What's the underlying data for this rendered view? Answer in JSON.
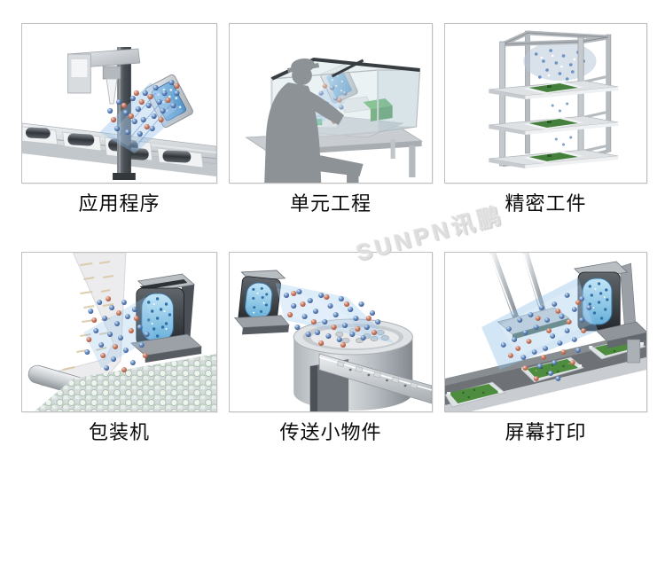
{
  "watermark": {
    "text": "SUNPN讯鹏",
    "color": "#dedede"
  },
  "grid": {
    "items": [
      {
        "label": "应用程序",
        "illustration": "ionizer-over-component-conveyor"
      },
      {
        "label": "单元工程",
        "illustration": "operator-glass-workcell"
      },
      {
        "label": "精密工件",
        "illustration": "precision-parts-rack"
      },
      {
        "label": "包装机",
        "illustration": "packaging-film-machine"
      },
      {
        "label": "传送小物件",
        "illustration": "bowl-feeder-small-parts"
      },
      {
        "label": "屏幕打印",
        "illustration": "screen-printing-line"
      }
    ]
  },
  "colors": {
    "frame_border": "#bfbfbf",
    "caption_text": "#0a0a0a",
    "negative_ion_blue": "#4a6aa8",
    "positive_ion_red": "#c4705c",
    "ion_beam_blue": "#8fc0e6",
    "device_screen_blue": "#7fb8de",
    "pcb_green": "#4e8c3f",
    "glass_tint": "#cfe0e2",
    "metal_light": "#d6dade",
    "metal_dark": "#3c4146",
    "silhouette_gray": "#8d9297"
  }
}
